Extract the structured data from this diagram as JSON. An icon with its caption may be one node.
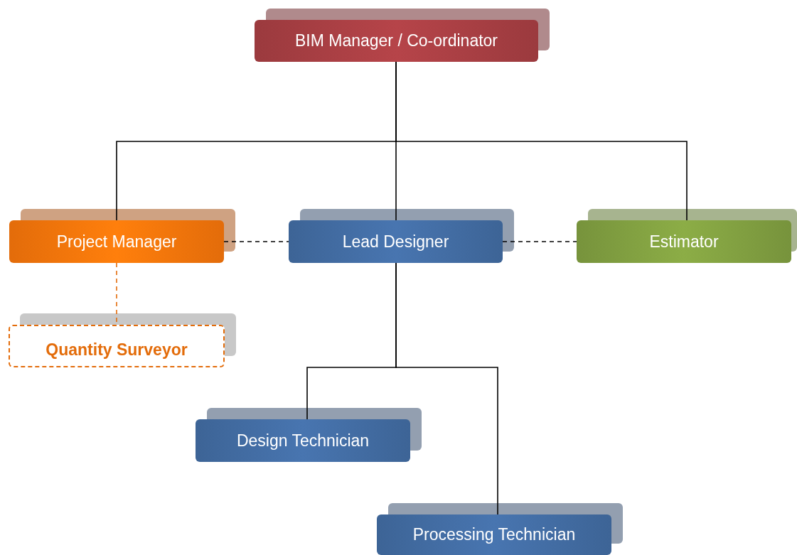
{
  "diagram": {
    "nodes": [
      {
        "text": [
          "BIM Manager / Co-ordinator"
        ]
      },
      {
        "text": [
          "Project Manager"
        ]
      },
      {
        "text": [
          "Lead Designer"
        ]
      },
      {
        "text": [
          "Estimator"
        ]
      },
      {
        "text": [
          "Quantity Surveyor"
        ]
      },
      {
        "text": [
          "Design Technician"
        ]
      },
      {
        "text": [
          "Processing Technician"
        ]
      }
    ],
    "edges": [
      {
        "from": 0,
        "to": 1,
        "arrow": "none"
      },
      {
        "from": 0,
        "to": 2,
        "arrow": "none"
      },
      {
        "from": 0,
        "to": 3,
        "arrow": "none"
      },
      {
        "from": 1,
        "to": 2,
        "arrow": "none",
        "style": "dashed"
      },
      {
        "from": 2,
        "to": 3,
        "arrow": "none",
        "style": "dashed"
      },
      {
        "from": 1,
        "to": 4,
        "arrow": "none",
        "style": "dashed",
        "color": "#e36c0a"
      },
      {
        "from": 2,
        "to": 5,
        "arrow": "none"
      },
      {
        "from": 2,
        "to": 6,
        "arrow": "none"
      }
    ]
  }
}
